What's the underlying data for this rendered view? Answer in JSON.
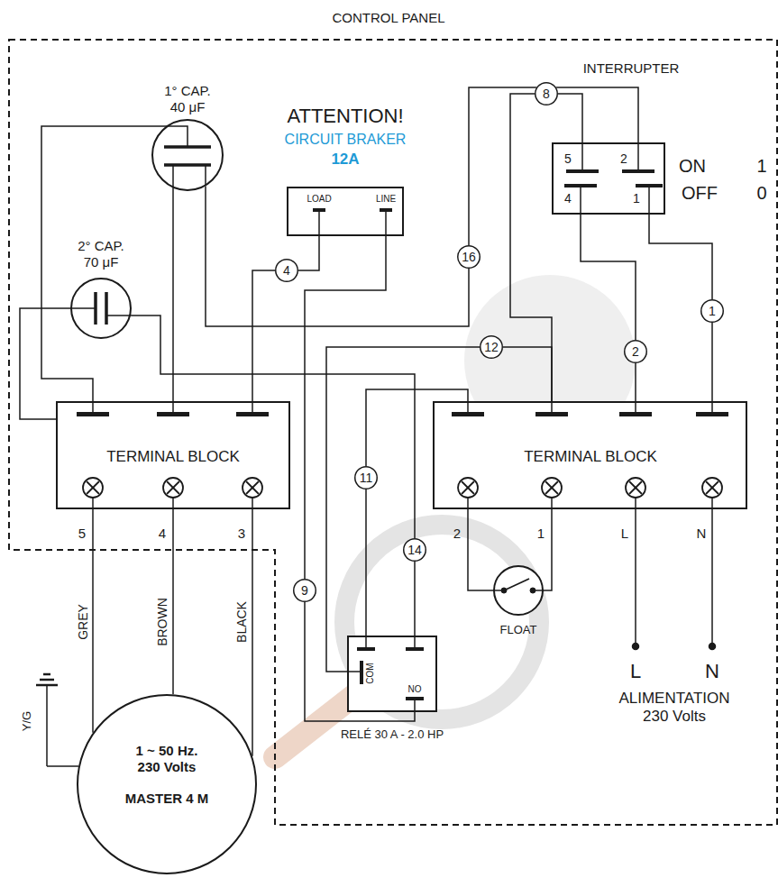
{
  "diagram": {
    "nodes": [
      {
        "text": [
          "CONTROL PANEL"
        ]
      },
      {
        "text": [
          "1° CAP. 40 μF"
        ],
        "in": 0
      },
      {
        "text": [
          "2° CAP. 70 μF"
        ],
        "in": 0
      },
      {
        "text": [
          "ATTENTION!",
          "CIRCUIT BRAKER",
          "12A",
          "LOAD",
          "LINE"
        ],
        "in": 0
      },
      {
        "text": [
          "INTERRUPTER",
          "5",
          "2",
          "4",
          "1"
        ],
        "in": 0
      },
      {
        "text": [
          "TERMINAL BLOCK"
        ],
        "in": 0
      },
      {
        "text": [
          "TERMINAL BLOCK"
        ],
        "in": 0
      },
      {
        "text": [
          "COM",
          "NO",
          "RELÉ 30 A - 2.0 HP"
        ],
        "in": 0
      },
      {
        "text": [
          "FLOAT"
        ],
        "in": 0
      },
      {
        "text": [
          "1 ~ 50 Hz. 230 Volts",
          "MASTER 4 M"
        ]
      }
    ],
    "edges": [
      {
        "from": 4,
        "to": 6,
        "arrow": "none",
        "label": "1"
      },
      {
        "from": 4,
        "to": 6,
        "arrow": "none",
        "label": "2"
      },
      {
        "from": 4,
        "to": 6,
        "arrow": "none",
        "label": "8"
      },
      {
        "from": 4,
        "to": 1,
        "arrow": "none",
        "label": "16"
      },
      {
        "from": 3,
        "to": 5,
        "arrow": "none",
        "label": "4"
      },
      {
        "from": 3,
        "to": 7,
        "arrow": "none",
        "label": "9"
      },
      {
        "from": 7,
        "to": 6,
        "arrow": "none",
        "label": "12"
      },
      {
        "from": 7,
        "to": 6,
        "arrow": "none",
        "label": "11"
      },
      {
        "from": 7,
        "to": 2,
        "arrow": "none",
        "label": "14"
      },
      {
        "from": 1,
        "to": 5,
        "arrow": "none"
      },
      {
        "from": 1,
        "to": 5,
        "arrow": "none"
      },
      {
        "from": 2,
        "to": 5,
        "arrow": "none"
      },
      {
        "from": 8,
        "to": 6,
        "arrow": "none"
      },
      {
        "from": 8,
        "to": 6,
        "arrow": "none"
      },
      {
        "from": 5,
        "to": 9,
        "arrow": "none",
        "label": "GREY"
      },
      {
        "from": 5,
        "to": 9,
        "arrow": "none",
        "label": "BROWN"
      },
      {
        "from": 5,
        "to": 9,
        "arrow": "none",
        "label": "BLACK"
      }
    ],
    "labels": [
      "ON",
      "1",
      "OFF",
      "0",
      "5",
      "4",
      "3",
      "2",
      "1",
      "L",
      "N",
      "L",
      "N",
      "ALIMENTATION 230 Volts",
      "Y/G"
    ]
  }
}
